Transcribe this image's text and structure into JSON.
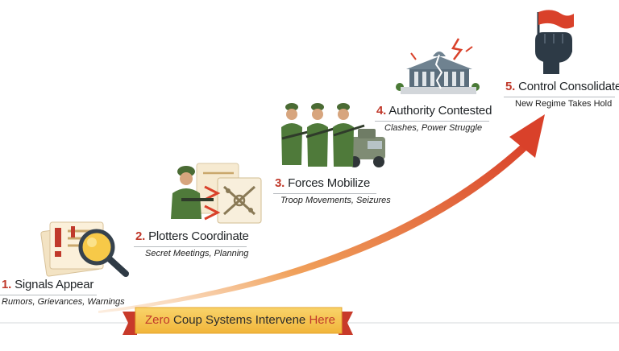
{
  "steps": [
    {
      "number": "1.",
      "title": "Signals Appear",
      "subtitle": "Rumors, Grievances, Warnings",
      "icon": "alert-documents-magnifier-icon"
    },
    {
      "number": "2.",
      "title": "Plotters Coordinate",
      "subtitle": "Secret Meetings, Planning",
      "icon": "soldier-with-plans-icon"
    },
    {
      "number": "3.",
      "title": "Forces Mobilize",
      "subtitle": "Troop Movements, Seizures",
      "icon": "soldiers-and-armored-vehicle-icon"
    },
    {
      "number": "4.",
      "title": "Authority Contested",
      "subtitle": "Clashes, Power Struggle",
      "icon": "cracked-government-building-icon"
    },
    {
      "number": "5.",
      "title": "Control Consolidates",
      "subtitle": "New Regime Takes Hold",
      "icon": "raised-fist-flag-icon"
    }
  ],
  "banner": {
    "prefix": "Zero",
    "middle": "Coup Systems Intervene",
    "suffix": "Here"
  },
  "colors": {
    "accent": "#c0392b",
    "arrow_start": "#f0a05a",
    "arrow_end": "#d9412a",
    "banner_fill": "#f5c04a",
    "banner_ribbon": "#c83a2a",
    "soldier_green": "#4f7a3a"
  }
}
